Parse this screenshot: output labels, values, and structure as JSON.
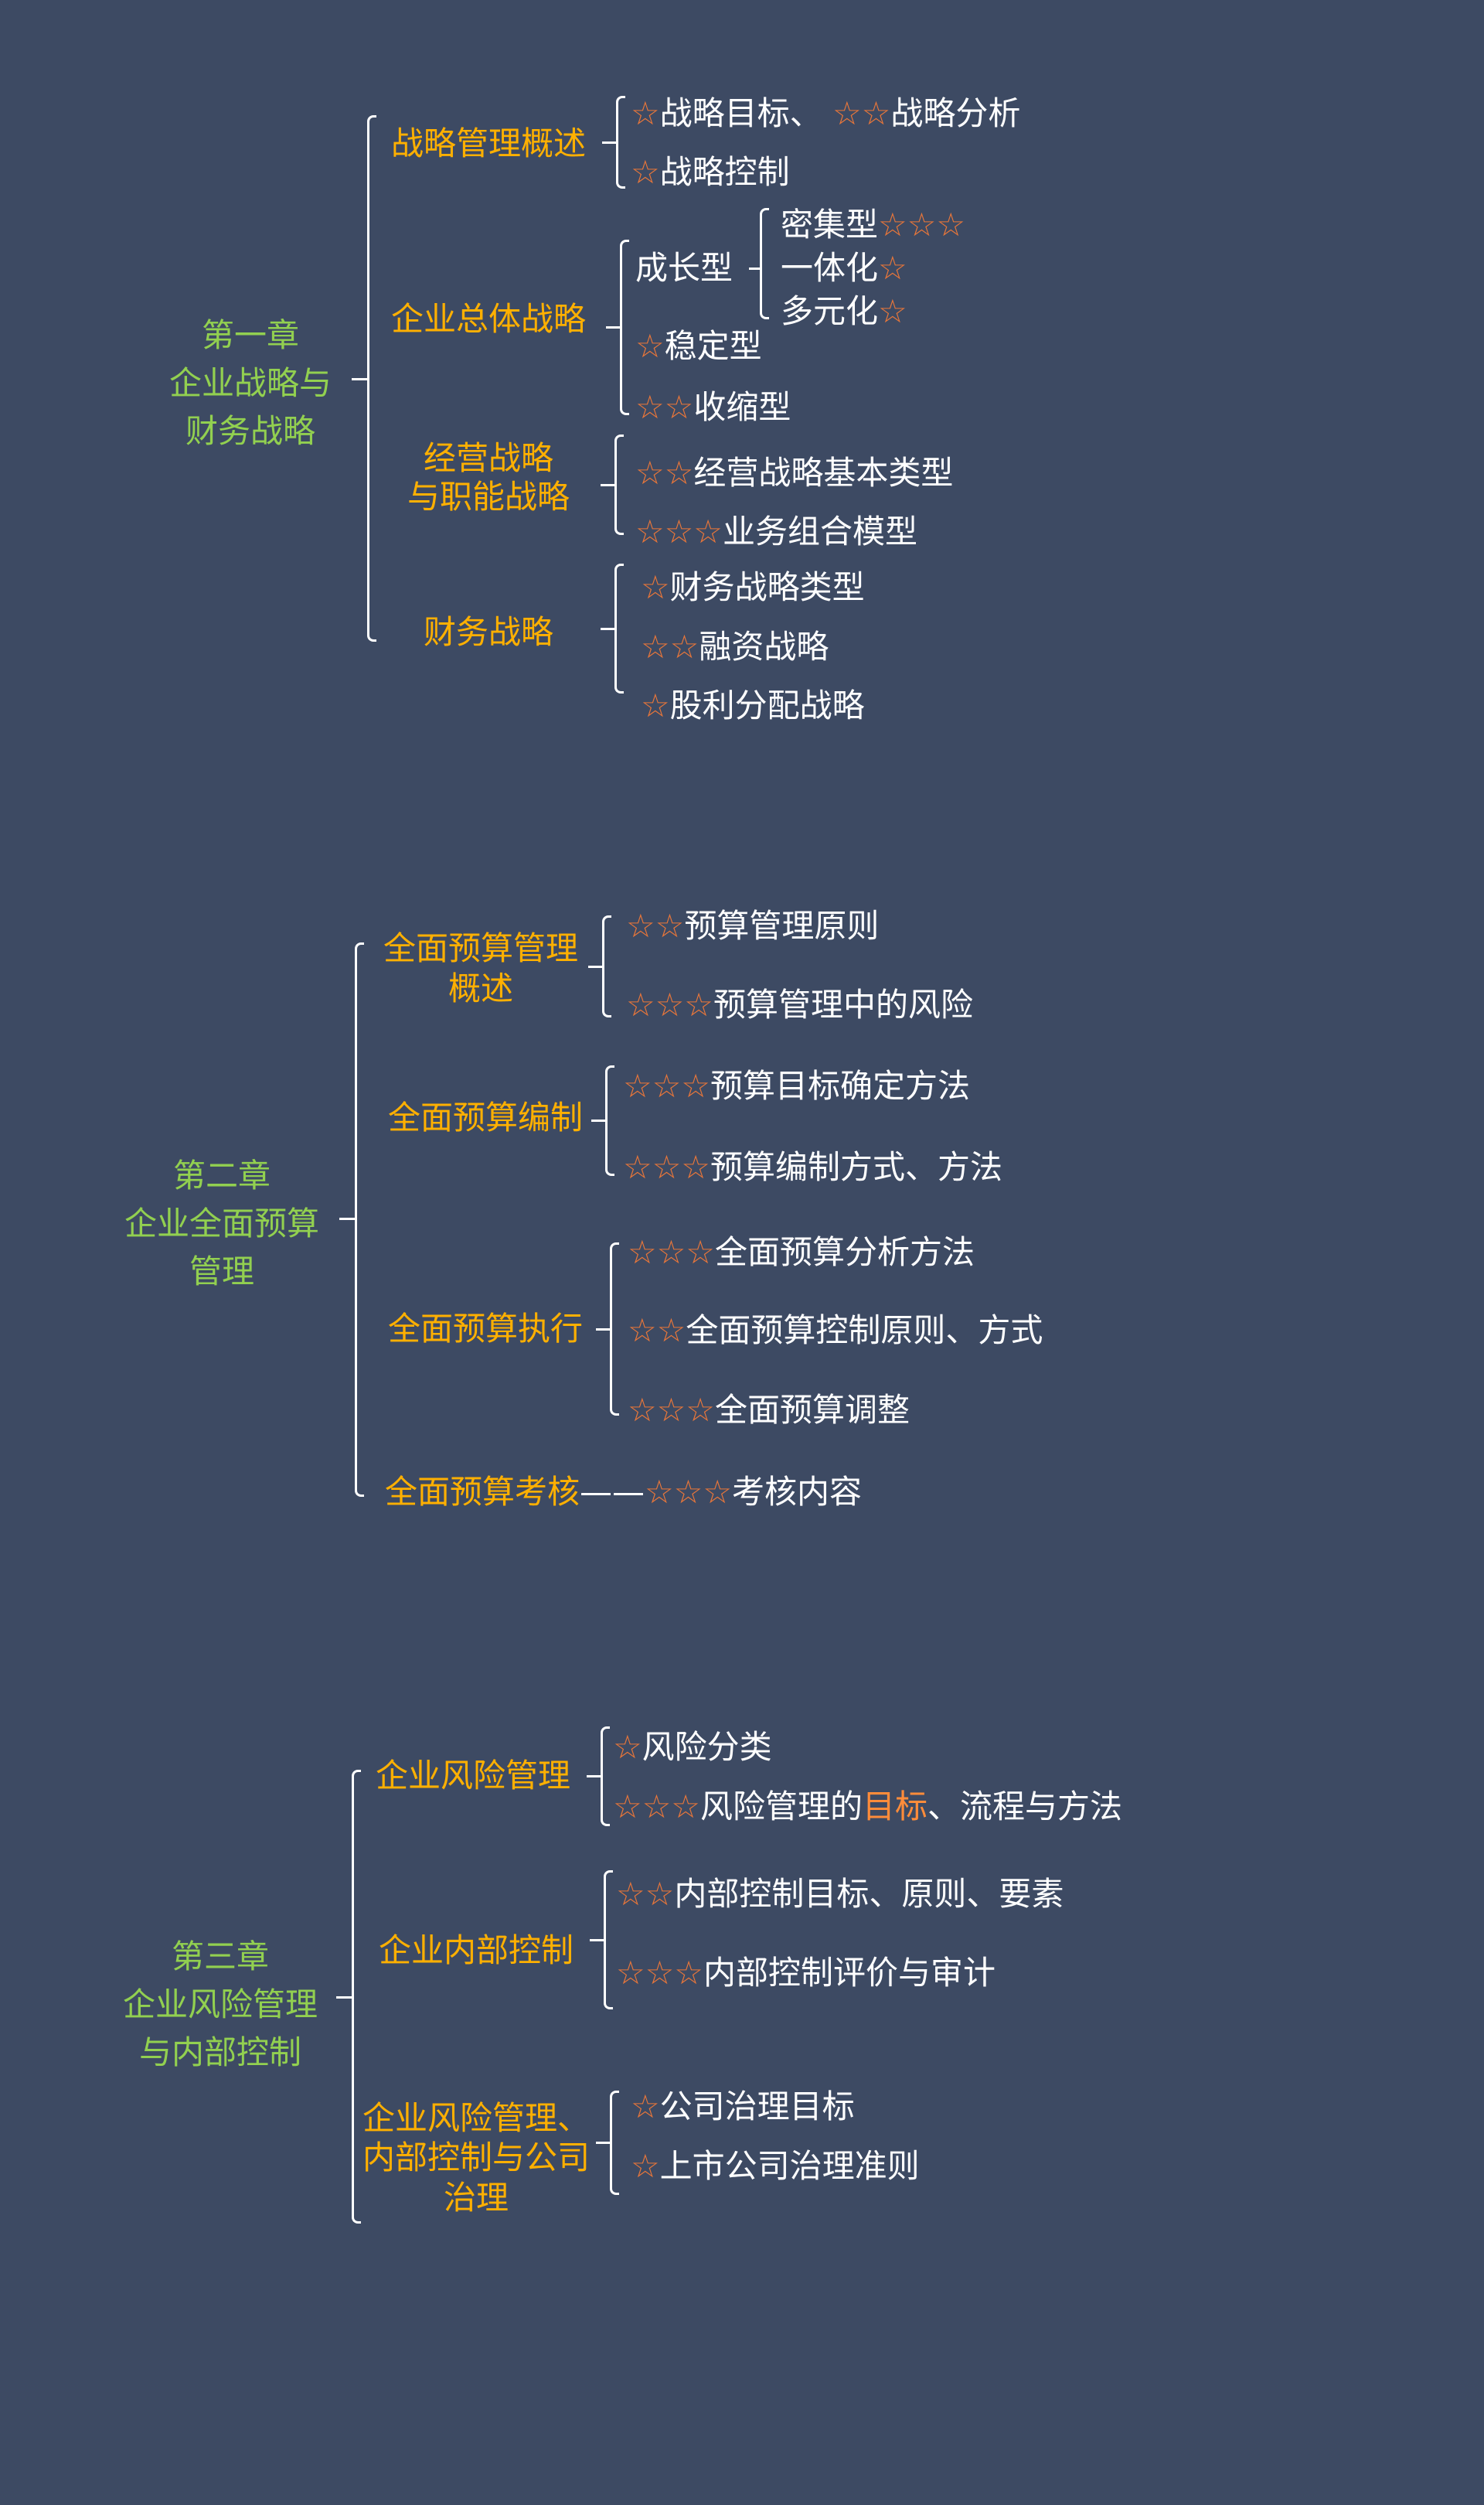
{
  "colors": {
    "background": "#3d4a63",
    "chapter": "#92d050",
    "section": "#ffb000",
    "star": "#e8763a",
    "leaf": "#ffffff",
    "highlight": "#ff8c3a"
  },
  "chapters": [
    {
      "title_lines": [
        "第一章",
        "企业战略与",
        "财务战略"
      ],
      "sections": [
        {
          "lines": [
            "战略管理概述"
          ],
          "items": [
            {
              "parts": [
                {
                  "k": "star",
                  "t": "☆"
                },
                {
                  "k": "text",
                  "t": "战略目标、 "
                },
                {
                  "k": "star",
                  "t": "☆☆"
                },
                {
                  "k": "text",
                  "t": "战略分析"
                }
              ]
            },
            {
              "parts": [
                {
                  "k": "star",
                  "t": "☆"
                },
                {
                  "k": "text",
                  "t": "战略控制"
                }
              ]
            }
          ]
        },
        {
          "lines": [
            "企业总体战略"
          ],
          "items": [
            {
              "parts": [
                {
                  "k": "text",
                  "t": "成长型"
                }
              ],
              "children": [
                {
                  "parts": [
                    {
                      "k": "text",
                      "t": "密集型"
                    },
                    {
                      "k": "star",
                      "t": "☆☆☆"
                    }
                  ]
                },
                {
                  "parts": [
                    {
                      "k": "text",
                      "t": "一体化"
                    },
                    {
                      "k": "star",
                      "t": "☆"
                    }
                  ]
                },
                {
                  "parts": [
                    {
                      "k": "text",
                      "t": "多元化"
                    },
                    {
                      "k": "star",
                      "t": "☆"
                    }
                  ]
                }
              ]
            },
            {
              "parts": [
                {
                  "k": "star",
                  "t": "☆"
                },
                {
                  "k": "text",
                  "t": "稳定型"
                }
              ]
            },
            {
              "parts": [
                {
                  "k": "star",
                  "t": "☆☆"
                },
                {
                  "k": "text",
                  "t": "收缩型"
                }
              ]
            }
          ]
        },
        {
          "lines": [
            "经营战略",
            "与职能战略"
          ],
          "items": [
            {
              "parts": [
                {
                  "k": "star",
                  "t": "☆☆"
                },
                {
                  "k": "text",
                  "t": "经营战略基本类型"
                }
              ]
            },
            {
              "parts": [
                {
                  "k": "star",
                  "t": "☆☆☆"
                },
                {
                  "k": "text",
                  "t": "业务组合模型"
                }
              ]
            }
          ]
        },
        {
          "lines": [
            "财务战略"
          ],
          "items": [
            {
              "parts": [
                {
                  "k": "star",
                  "t": "☆"
                },
                {
                  "k": "text",
                  "t": "财务战略类型"
                }
              ]
            },
            {
              "parts": [
                {
                  "k": "star",
                  "t": "☆☆"
                },
                {
                  "k": "text",
                  "t": "融资战略"
                }
              ]
            },
            {
              "parts": [
                {
                  "k": "star",
                  "t": "☆"
                },
                {
                  "k": "text",
                  "t": "股利分配战略"
                }
              ]
            }
          ]
        }
      ]
    },
    {
      "title_lines": [
        "第二章",
        "企业全面预算",
        "管理"
      ],
      "sections": [
        {
          "lines": [
            "全面预算管理",
            "概述"
          ],
          "items": [
            {
              "parts": [
                {
                  "k": "star",
                  "t": "☆☆"
                },
                {
                  "k": "text",
                  "t": "预算管理原则"
                }
              ]
            },
            {
              "parts": [
                {
                  "k": "star",
                  "t": "☆☆☆"
                },
                {
                  "k": "text",
                  "t": "预算管理中的风险"
                }
              ]
            }
          ]
        },
        {
          "lines": [
            "全面预算编制"
          ],
          "items": [
            {
              "parts": [
                {
                  "k": "star",
                  "t": "☆☆☆"
                },
                {
                  "k": "text",
                  "t": "预算目标确定方法"
                }
              ]
            },
            {
              "parts": [
                {
                  "k": "star",
                  "t": "☆☆☆"
                },
                {
                  "k": "text",
                  "t": "预算编制方式、方法"
                }
              ]
            }
          ]
        },
        {
          "lines": [
            "全面预算执行"
          ],
          "items": [
            {
              "parts": [
                {
                  "k": "star",
                  "t": "☆☆☆"
                },
                {
                  "k": "text",
                  "t": "全面预算分析方法"
                }
              ]
            },
            {
              "parts": [
                {
                  "k": "star",
                  "t": "☆☆"
                },
                {
                  "k": "text",
                  "t": "全面预算控制原则、方式"
                }
              ]
            },
            {
              "parts": [
                {
                  "k": "star",
                  "t": "☆☆☆"
                },
                {
                  "k": "text",
                  "t": "全面预算调整"
                }
              ]
            }
          ]
        },
        {
          "lines": [
            "全面预算考核"
          ],
          "connector": "——",
          "items": [
            {
              "parts": [
                {
                  "k": "star",
                  "t": "☆☆☆"
                },
                {
                  "k": "text",
                  "t": "考核内容"
                }
              ]
            }
          ]
        }
      ]
    },
    {
      "title_lines": [
        "第三章",
        "企业风险管理",
        "与内部控制"
      ],
      "sections": [
        {
          "lines": [
            "企业风险管理"
          ],
          "items": [
            {
              "parts": [
                {
                  "k": "star",
                  "t": "☆"
                },
                {
                  "k": "text",
                  "t": "风险分类"
                }
              ]
            },
            {
              "parts": [
                {
                  "k": "star",
                  "t": "☆☆☆"
                },
                {
                  "k": "text",
                  "t": "风险管理的"
                },
                {
                  "k": "hl",
                  "t": "目标"
                },
                {
                  "k": "text",
                  "t": "、流程与方法"
                }
              ]
            }
          ]
        },
        {
          "lines": [
            "企业内部控制"
          ],
          "items": [
            {
              "parts": [
                {
                  "k": "star",
                  "t": "☆☆"
                },
                {
                  "k": "text",
                  "t": "内部控制目标、原则、要素"
                }
              ]
            },
            {
              "parts": [
                {
                  "k": "star",
                  "t": "☆☆☆"
                },
                {
                  "k": "text",
                  "t": "内部控制评价与审计"
                }
              ]
            }
          ]
        },
        {
          "lines": [
            "企业风险管理、",
            "内部控制与公司",
            "治理"
          ],
          "items": [
            {
              "parts": [
                {
                  "k": "star",
                  "t": "☆"
                },
                {
                  "k": "text",
                  "t": "公司治理目标"
                }
              ]
            },
            {
              "parts": [
                {
                  "k": "star",
                  "t": "☆"
                },
                {
                  "k": "text",
                  "t": "上市公司治理准则"
                }
              ]
            }
          ]
        }
      ]
    }
  ]
}
